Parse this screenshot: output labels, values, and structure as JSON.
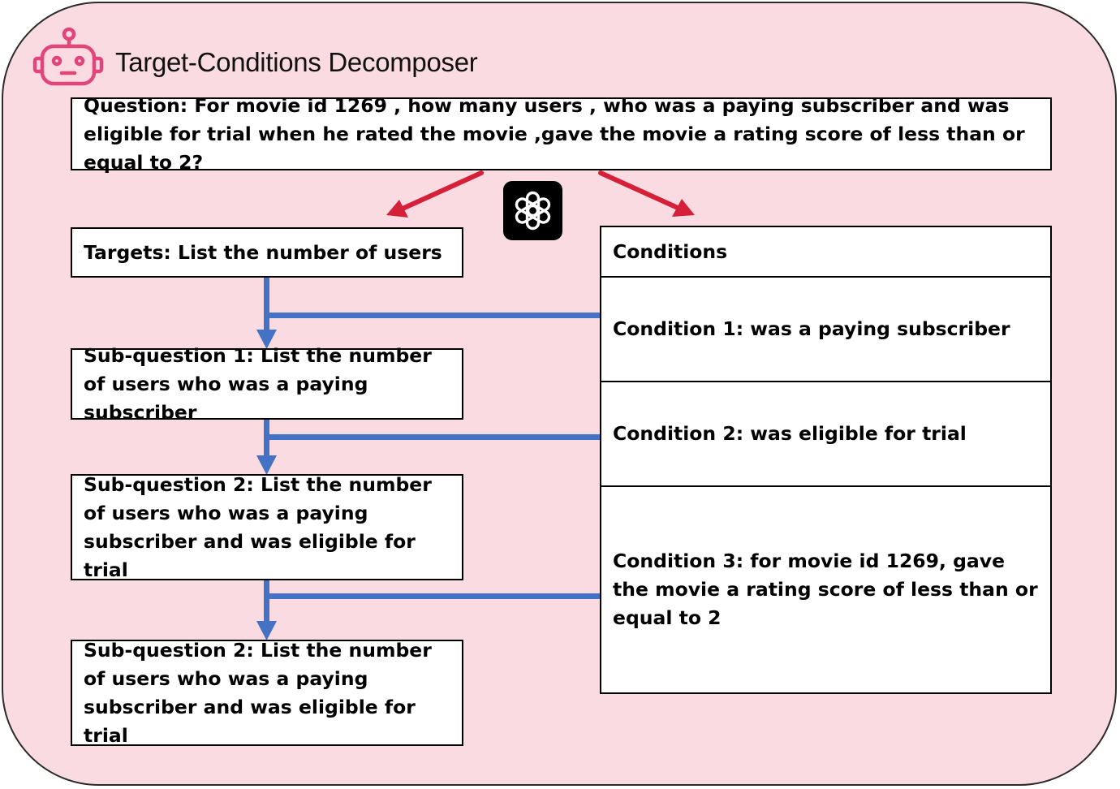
{
  "title": "Target-Conditions Decomposer",
  "icons": {
    "robot": "robot-icon",
    "model": "openai-logo-icon"
  },
  "colors": {
    "panel_background": "#fadbe2",
    "robot_icon": "#e0457b",
    "split_arrows": "#d42038",
    "flow_connectors": "#4472c4"
  },
  "question": "Question: For movie id 1269 , how many users , who was a paying subscriber and was eligible for trial when he rated the movie ,gave the movie a rating score of less than or equal to 2?",
  "targets": "Targets: List the number of users",
  "sub_questions": [
    "Sub-question 1: List the number of users who was a paying subscriber",
    "Sub-question 2: List the number of users who was a paying subscriber and was eligible for trial",
    "Sub-question 2: List the number of users who was a paying subscriber and was eligible for trial"
  ],
  "conditions": {
    "header": "Conditions",
    "items": [
      "Condition 1: was a paying subscriber",
      "Condition 2: was eligible for trial",
      "Condition 3: for movie id 1269, gave the movie a rating score of less than or equal to 2"
    ]
  }
}
